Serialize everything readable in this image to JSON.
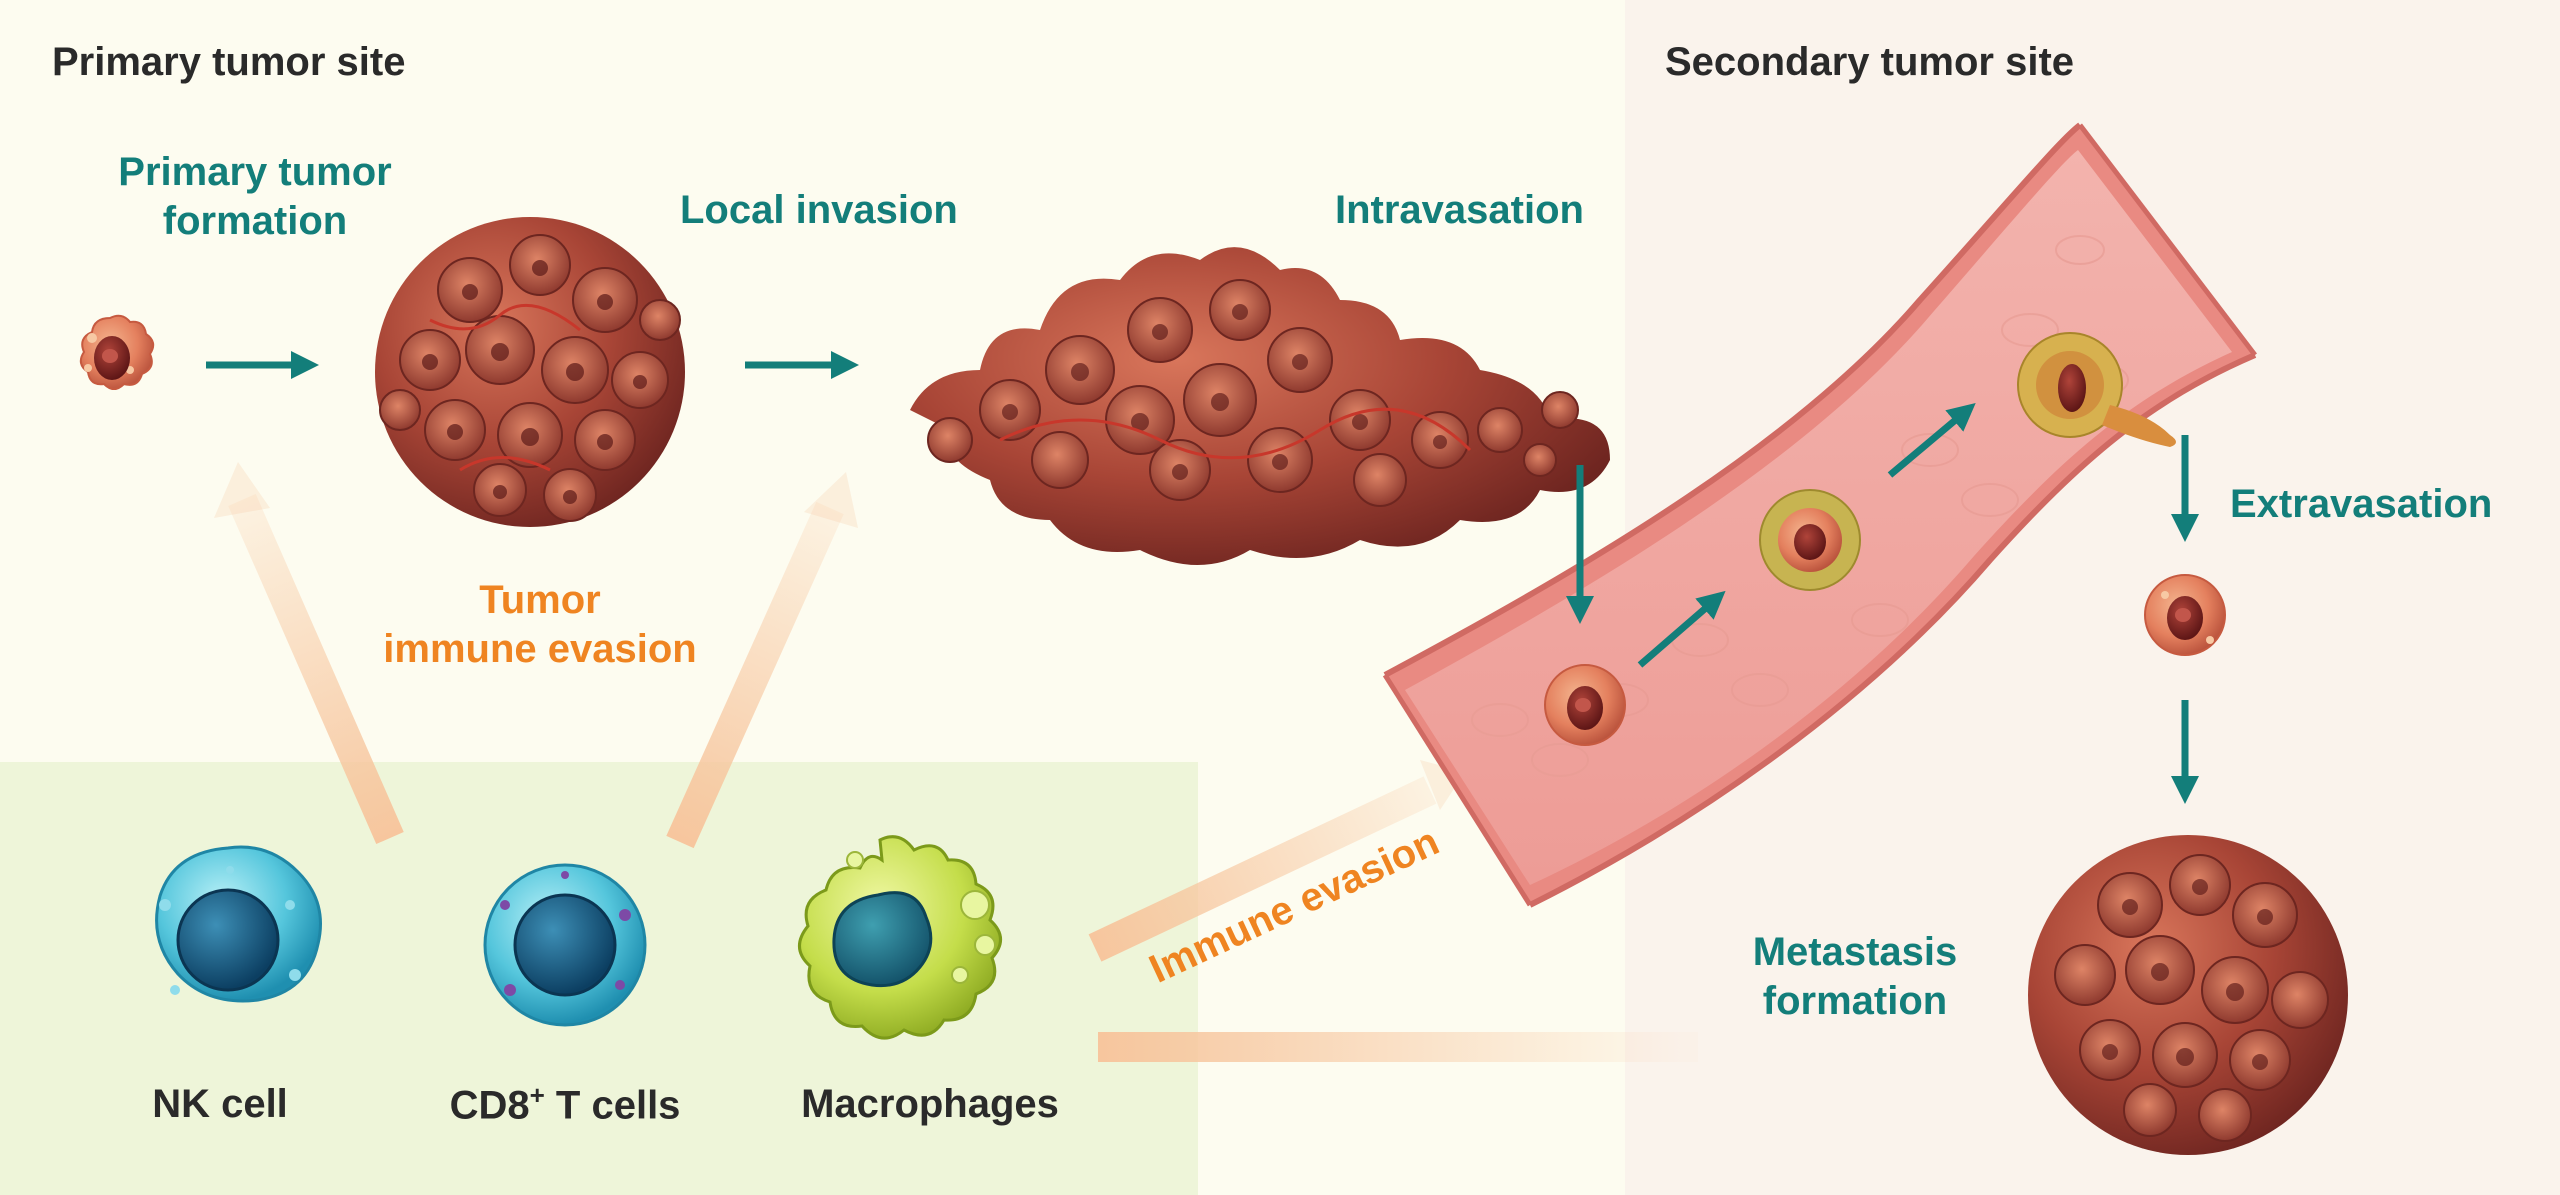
{
  "headers": {
    "primary_site": "Primary tumor site",
    "secondary_site": "Secondary tumor site"
  },
  "steps": {
    "formation_line1": "Primary tumor",
    "formation_line2": "formation",
    "local_invasion": "Local invasion",
    "intravasation": "Intravasation",
    "extravasation": "Extravasation",
    "metastasis_line1": "Metastasis",
    "metastasis_line2": "formation"
  },
  "evasion": {
    "tumor_line1": "Tumor",
    "tumor_line2": "immune evasion",
    "immune_evasion": "Immune evasion"
  },
  "immune_cells": {
    "nk": "NK cell",
    "cd8_main": "CD8",
    "cd8_sup": "+",
    "cd8_rest": " T cells",
    "macrophages": "Macrophages"
  },
  "colors": {
    "teal": "#137e7a",
    "orange": "#ef8421",
    "cream_panel": "#fdfcf0",
    "green_panel": "#eef5d9",
    "pink_panel": "#faf3ec"
  }
}
